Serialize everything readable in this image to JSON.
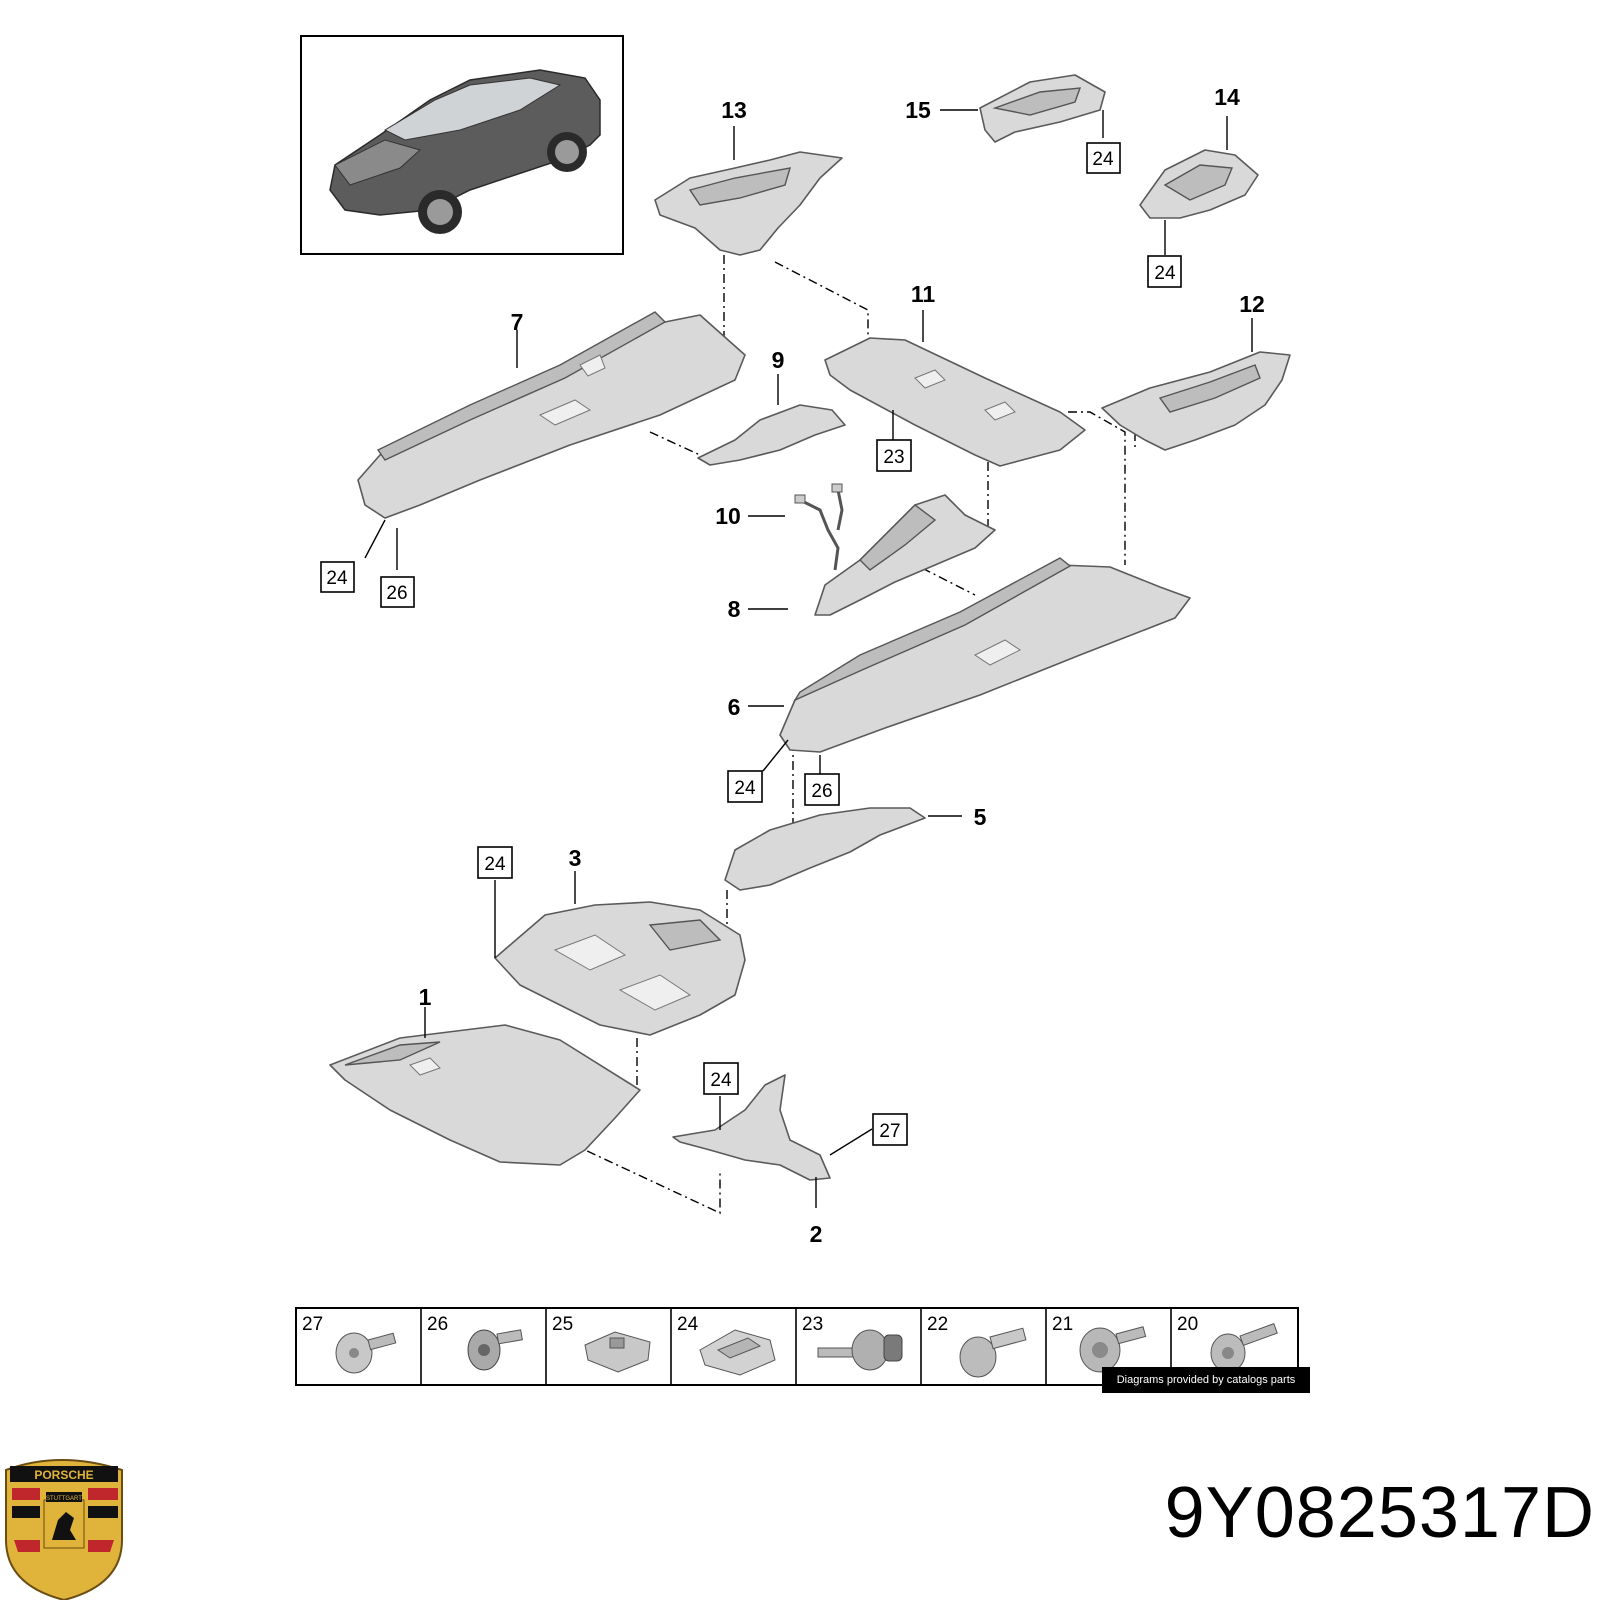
{
  "callouts": {
    "c1": "1",
    "c2": "2",
    "c3": "3",
    "c5": "5",
    "c6": "6",
    "c7": "7",
    "c8": "8",
    "c9": "9",
    "c10": "10",
    "c11": "11",
    "c12": "12",
    "c13": "13",
    "c14": "14",
    "c15": "15"
  },
  "tags": {
    "t24_15": "24",
    "t24_14": "24",
    "t24_7": "24",
    "t26_7": "26",
    "t23_11": "23",
    "t24_6": "24",
    "t26_6": "26",
    "t24_3": "24",
    "t24_2": "24",
    "t27_2": "27"
  },
  "legend": [
    {
      "num": "27",
      "icon": "flange-screw-icon"
    },
    {
      "num": "26",
      "icon": "collar-screw-icon"
    },
    {
      "num": "25",
      "icon": "clip-nut-icon"
    },
    {
      "num": "24",
      "icon": "spring-clip-icon"
    },
    {
      "num": "23",
      "icon": "expansion-rivet-icon"
    },
    {
      "num": "22",
      "icon": "push-rivet-icon"
    },
    {
      "num": "21",
      "icon": "washer-screw-icon"
    },
    {
      "num": "20",
      "icon": "hex-bolt-icon"
    }
  ],
  "credit": "Diagrams provided by catalogs parts",
  "part_number": "9Y0825317D",
  "logo": {
    "text": "PORSCHE",
    "city": "STUTTGART",
    "colors": {
      "gold": "#e0b43a",
      "red": "#c0272d",
      "black": "#111111"
    }
  }
}
